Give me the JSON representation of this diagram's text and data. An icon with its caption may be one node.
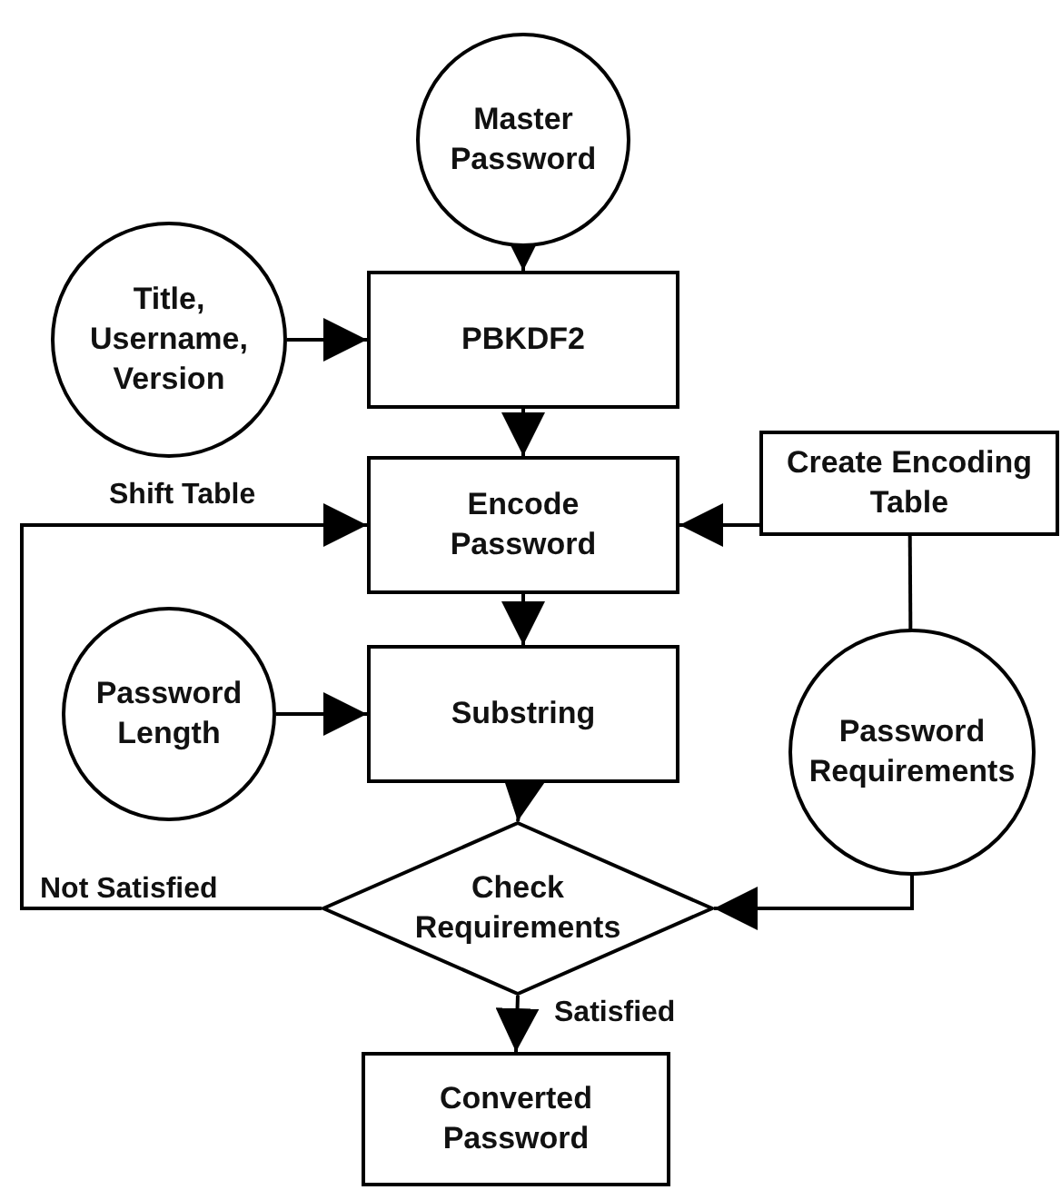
{
  "diagram": {
    "nodes": [
      {
        "text": [
          "Master Password"
        ]
      },
      {
        "text": [
          "Title, Username, Version"
        ]
      },
      {
        "text": [
          "PBKDF2"
        ]
      },
      {
        "text": [
          "Encode Password"
        ]
      },
      {
        "text": [
          "Create Encoding Table"
        ]
      },
      {
        "text": [
          "Password Length"
        ]
      },
      {
        "text": [
          "Substring"
        ]
      },
      {
        "text": [
          "Password Requirements"
        ]
      },
      {
        "text": [
          "Check Requirements"
        ]
      },
      {
        "text": [
          "Converted Password"
        ]
      }
    ],
    "edges": [
      {
        "from": 0,
        "to": 2,
        "arrow": "to"
      },
      {
        "from": 1,
        "to": 2,
        "arrow": "to"
      },
      {
        "from": 2,
        "to": 3,
        "arrow": "to"
      },
      {
        "from": 4,
        "to": 3,
        "arrow": "to"
      },
      {
        "from": 3,
        "to": 6,
        "arrow": "to"
      },
      {
        "from": 5,
        "to": 6,
        "arrow": "to"
      },
      {
        "from": 7,
        "to": 4,
        "arrow": "to"
      },
      {
        "from": 6,
        "to": 8,
        "arrow": "to"
      },
      {
        "from": 7,
        "to": 8,
        "arrow": "to"
      },
      {
        "from": 8,
        "to": 3,
        "arrow": "to",
        "label": "Not Satisfied"
      },
      {
        "from": 8,
        "to": 9,
        "arrow": "to",
        "label": "Satisfied"
      }
    ],
    "labels": [
      "Shift Table"
    ]
  }
}
